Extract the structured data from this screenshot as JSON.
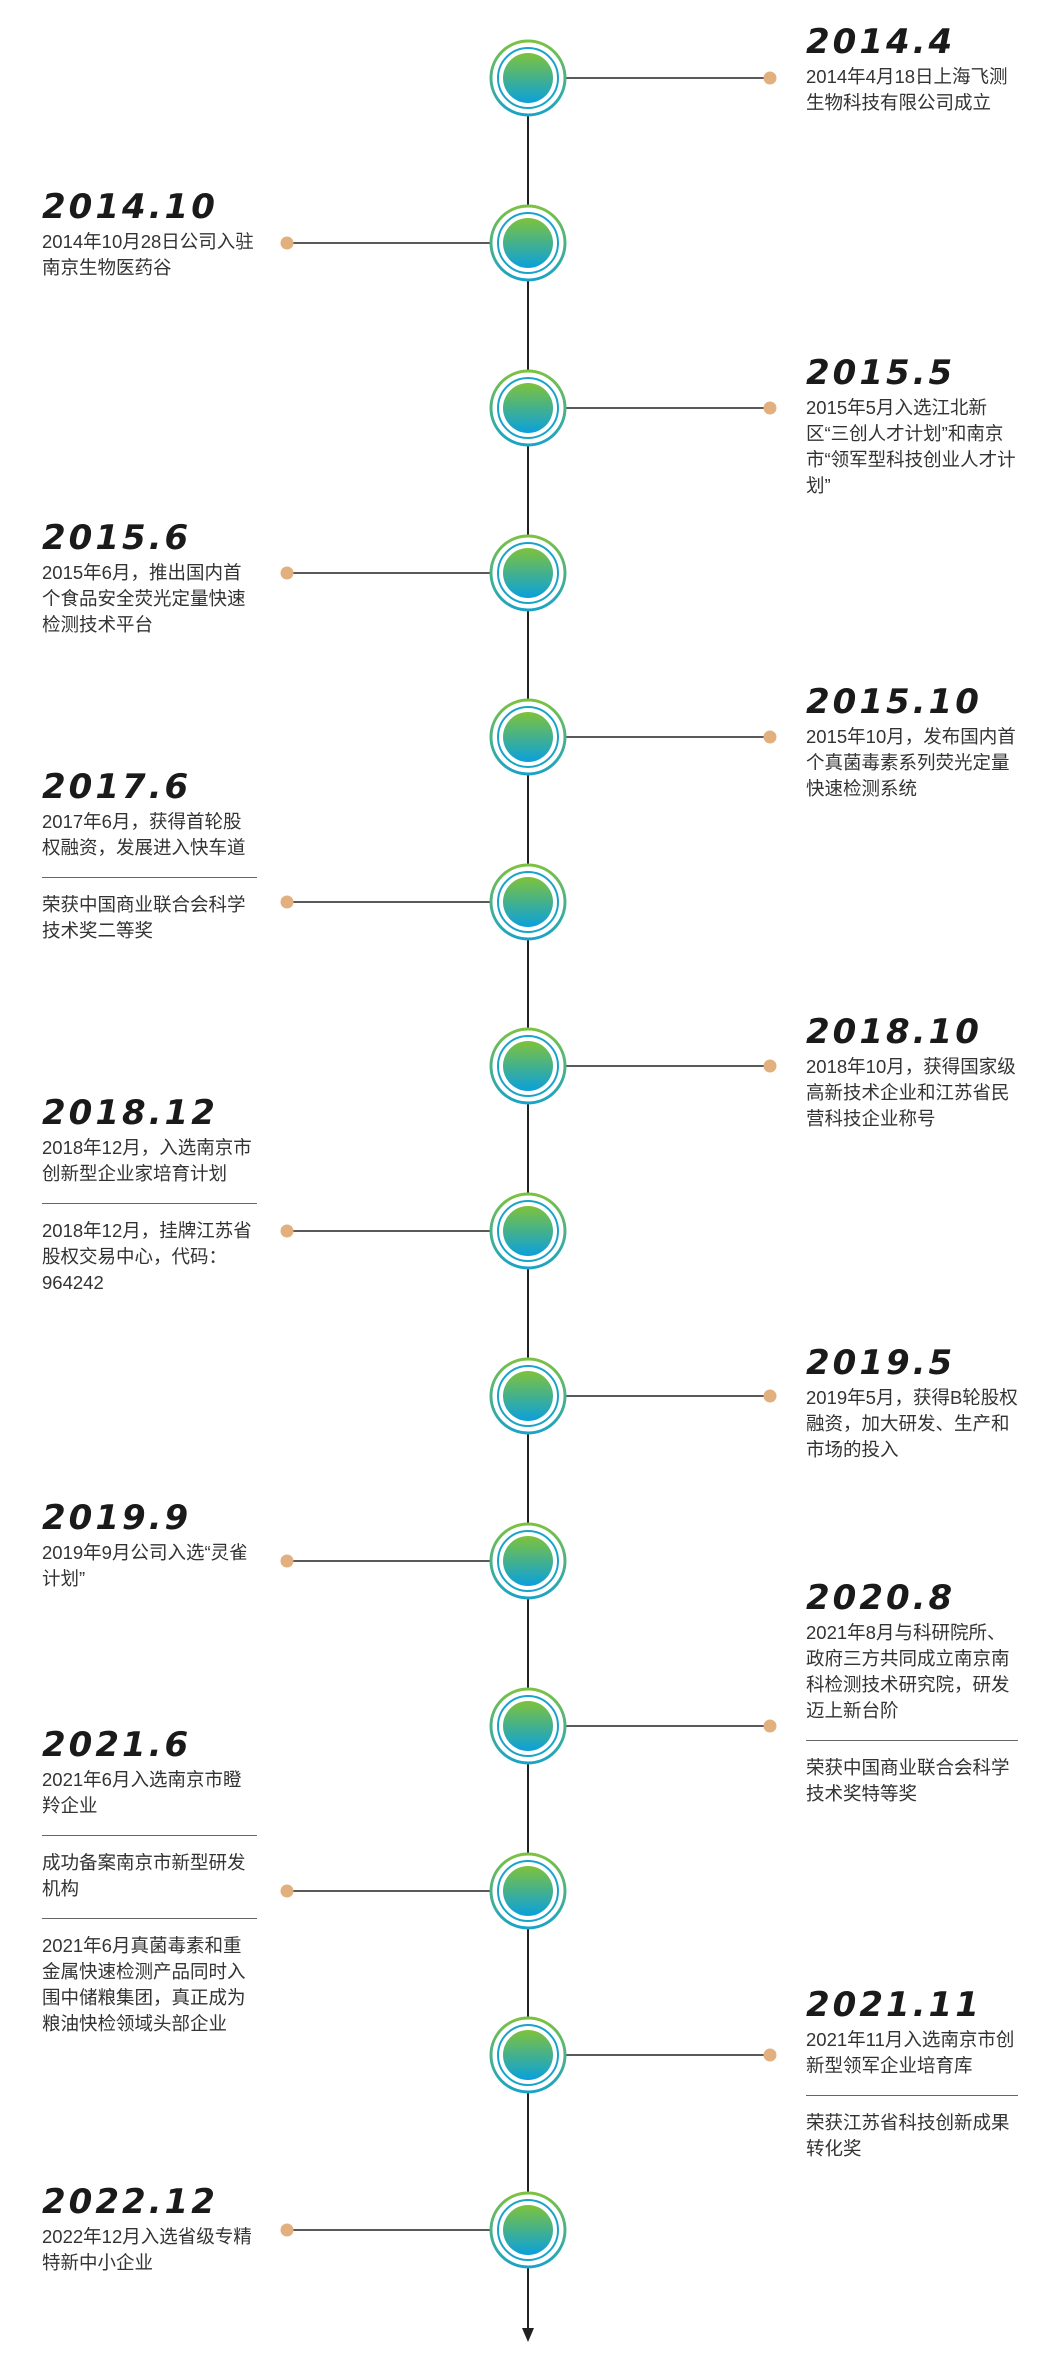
{
  "colors": {
    "line": "#222222",
    "dot": "#e2b07e",
    "ring_outer": "#7cc242",
    "ring_inner": "#1aa3c8",
    "node_top": "#7ec23c",
    "node_bottom": "#0aa0dc"
  },
  "milestones": [
    {
      "year": "2014.4",
      "side": "right",
      "texts": [
        "2014年4月18日上海飞测生物科技有限公司成立"
      ]
    },
    {
      "year": "2014.10",
      "side": "left",
      "texts": [
        "2014年10月28日公司入驻南京生物医药谷"
      ]
    },
    {
      "year": "2015.5",
      "side": "right",
      "texts": [
        "2015年5月入选江北新区“三创人才计划”和南京市“领军型科技创业人才计划”"
      ]
    },
    {
      "year": "2015.6",
      "side": "left",
      "texts": [
        "2015年6月，推出国内首个食品安全荧光定量快速检测技术平台"
      ]
    },
    {
      "year": "2015.10",
      "side": "right",
      "texts": [
        "2015年10月，发布国内首个真菌毒素系列荧光定量快速检测系统"
      ]
    },
    {
      "year": "2017.6",
      "side": "left",
      "texts": [
        "2017年6月，获得首轮股权融资，发展进入快车道",
        "荣获中国商业联合会科学技术奖二等奖"
      ]
    },
    {
      "year": "2018.10",
      "side": "right",
      "texts": [
        "2018年10月，获得国家级高新技术企业和江苏省民营科技企业称号"
      ]
    },
    {
      "year": "2018.12",
      "side": "left",
      "texts": [
        "2018年12月，入选南京市创新型企业家培育计划",
        "2018年12月，挂牌江苏省股权交易中心，代码：964242"
      ]
    },
    {
      "year": "2019.5",
      "side": "right",
      "texts": [
        "2019年5月，获得B轮股权融资，加大研发、生产和市场的投入"
      ]
    },
    {
      "year": "2019.9",
      "side": "left",
      "texts": [
        "2019年9月公司入选“灵雀计划”"
      ]
    },
    {
      "year": "2020.8",
      "side": "right",
      "texts": [
        "2021年8月与科研院所、政府三方共同成立南京南科检测技术研究院，研发迈上新台阶",
        "荣获中国商业联合会科学技术奖特等奖"
      ]
    },
    {
      "year": "2021.6",
      "side": "left",
      "texts": [
        "2021年6月入选南京市瞪羚企业",
        "成功备案南京市新型研发机构",
        "2021年6月真菌毒素和重金属快速检测产品同时入围中储粮集团，真正成为粮油快检领域头部企业"
      ]
    },
    {
      "year": "2021.11",
      "side": "right",
      "texts": [
        "2021年11月入选南京市创新型领军企业培育库",
        "荣获江苏省科技创新成果转化奖"
      ]
    },
    {
      "year": "2022.12",
      "side": "left",
      "texts": [
        "2022年12月入选省级专精特新中小企业"
      ]
    }
  ]
}
